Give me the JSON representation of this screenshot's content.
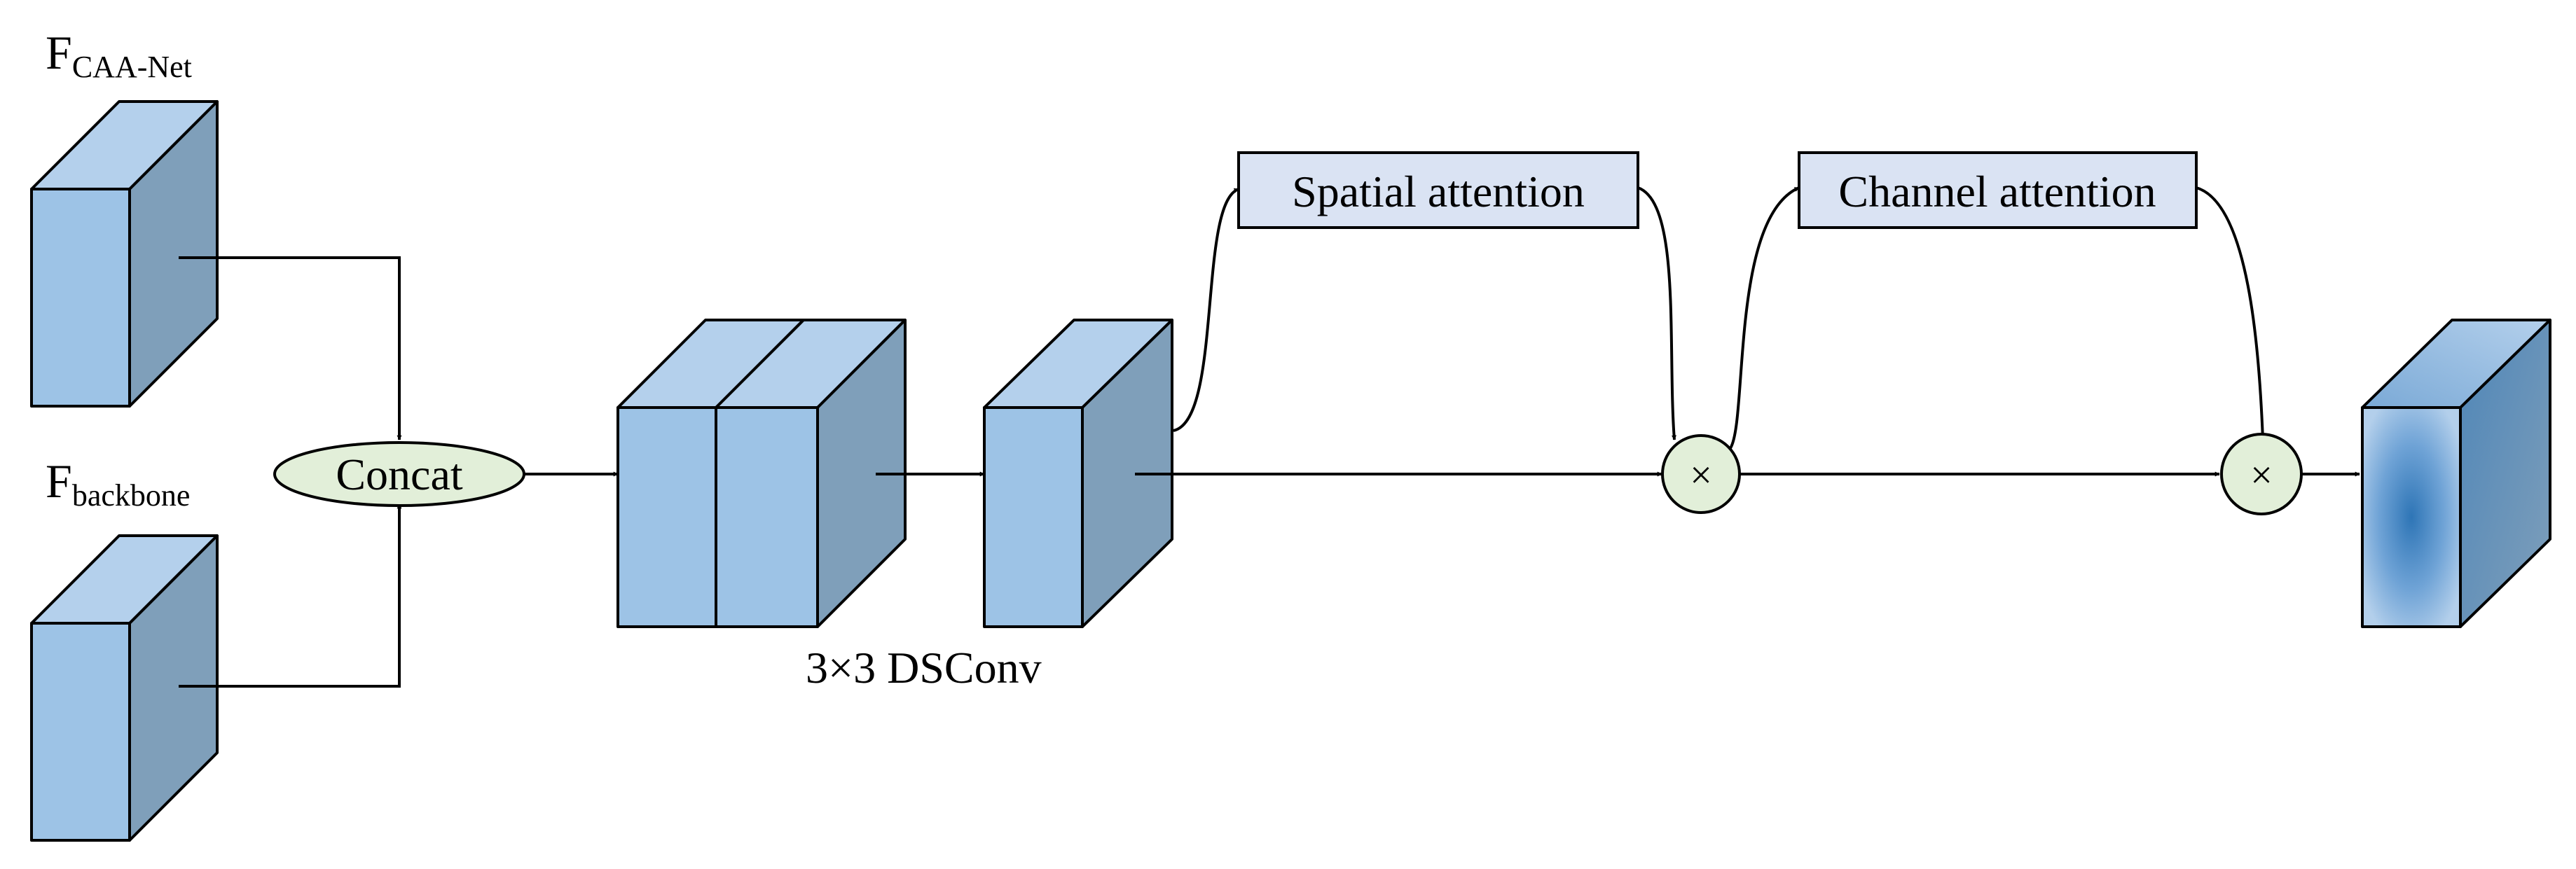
{
  "inputs": {
    "caa_main": "F",
    "caa_sub": "CAA-Net",
    "backbone_main": "F",
    "backbone_sub": "backbone"
  },
  "concat_label": "Concat",
  "dsconv_label": "3×3 DSConv",
  "spatial_label": "Spatial attention",
  "channel_label": "Channel attention",
  "multiply_symbol": "×",
  "colors": {
    "cube_front": "#9dc3e6",
    "cube_top": "#b4d0ec",
    "cube_side": "#7f9fba",
    "attention_fill": "#dae3f3",
    "concat_fill": "#e2efd9",
    "multiply_fill": "#e2efd9",
    "output_center": "#2e75b6"
  }
}
